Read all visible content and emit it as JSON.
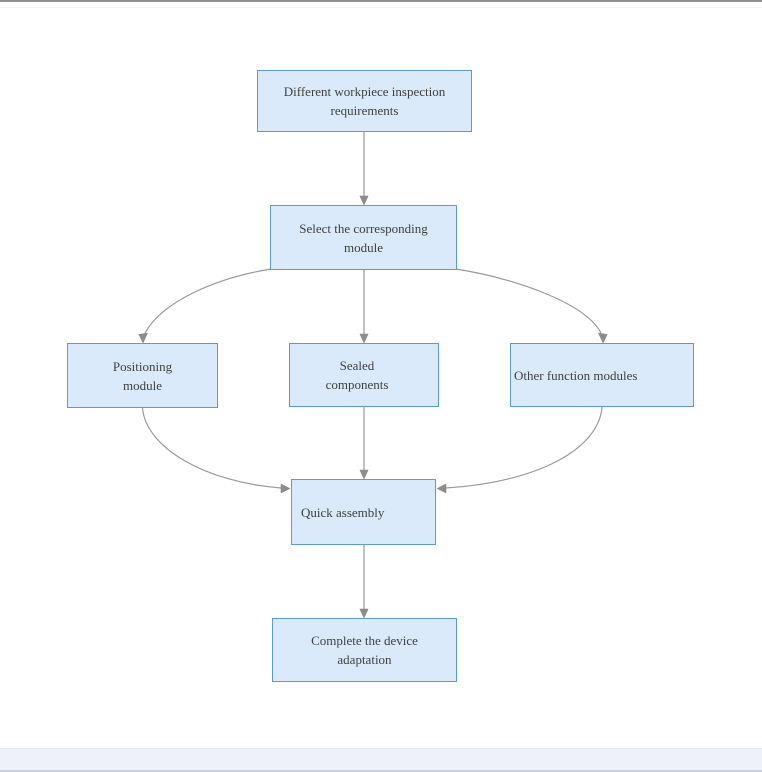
{
  "page": {
    "background_color": "#ffffff",
    "top_border_color": "#8f9092",
    "footer_bar_color": "#eef1f8"
  },
  "flowchart": {
    "node_fill_color": "#daeafb",
    "node_border_color": "#5b9bd5",
    "connector_color": "#999999",
    "text_color": "#3f3f3f",
    "nodes": [
      {
        "id": "requirements",
        "label": "Different workpiece inspection\nrequirements"
      },
      {
        "id": "select-module",
        "label": "Select the corresponding\nmodule"
      },
      {
        "id": "positioning-module",
        "label": "Positioning\nmodule"
      },
      {
        "id": "sealed-components",
        "label": "Sealed\ncomponents"
      },
      {
        "id": "other-modules",
        "label": "Other function modules"
      },
      {
        "id": "quick-assembly",
        "label": "Quick assembly"
      },
      {
        "id": "device-adaptation",
        "label": "Complete the device\nadaptation"
      }
    ],
    "edges": [
      {
        "from": "requirements",
        "to": "select-module"
      },
      {
        "from": "select-module",
        "to": "positioning-module"
      },
      {
        "from": "select-module",
        "to": "sealed-components"
      },
      {
        "from": "select-module",
        "to": "other-modules"
      },
      {
        "from": "positioning-module",
        "to": "quick-assembly"
      },
      {
        "from": "sealed-components",
        "to": "quick-assembly"
      },
      {
        "from": "other-modules",
        "to": "quick-assembly"
      },
      {
        "from": "quick-assembly",
        "to": "device-adaptation"
      }
    ]
  }
}
